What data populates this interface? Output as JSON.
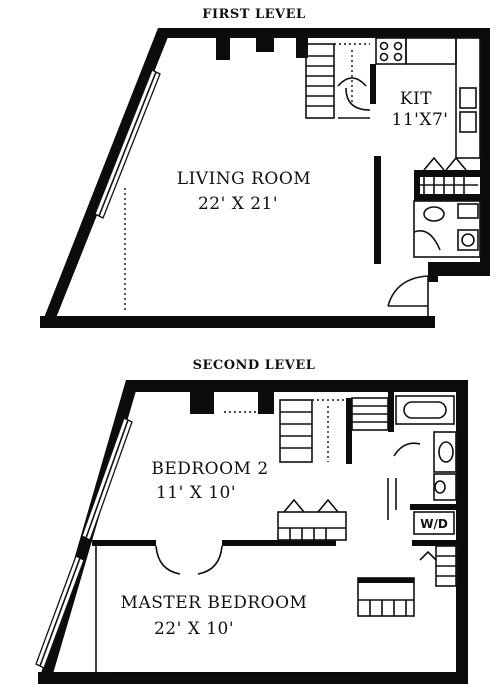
{
  "first_level": {
    "heading": "FIRST LEVEL",
    "living_room": {
      "name": "LIVING ROOM",
      "size": "22' X 21'"
    },
    "kitchen": {
      "name": "KIT",
      "size": "11'X7'"
    }
  },
  "second_level": {
    "heading": "SECOND LEVEL",
    "bedroom2": {
      "name": "BEDROOM 2",
      "size": "11' X 10'"
    },
    "master": {
      "name": "MASTER BEDROOM",
      "size": "22' X 10'"
    },
    "washer_dryer": "W/D"
  }
}
